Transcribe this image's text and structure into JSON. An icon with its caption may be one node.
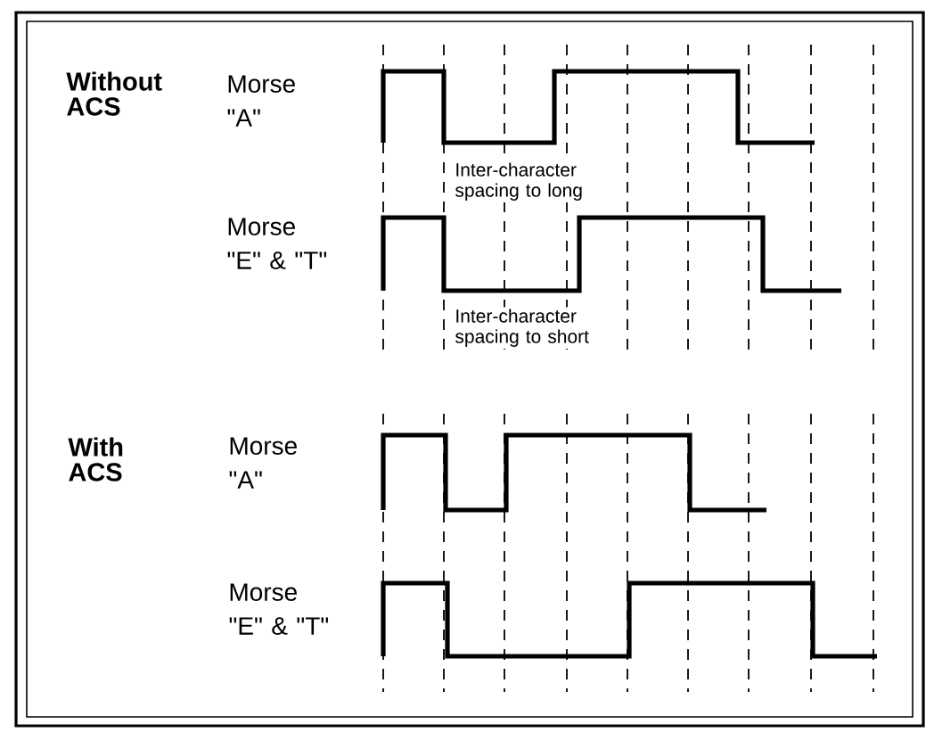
{
  "diagram": {
    "labels": [
      "Without ACS",
      "Morse \"A\"",
      "Inter-character spacing to long",
      "Morse \"E\" & \"T\"",
      "Inter-character spacing to short",
      "With ACS",
      "Morse \"A\"",
      "Morse \"E\" & \"T\""
    ]
  }
}
